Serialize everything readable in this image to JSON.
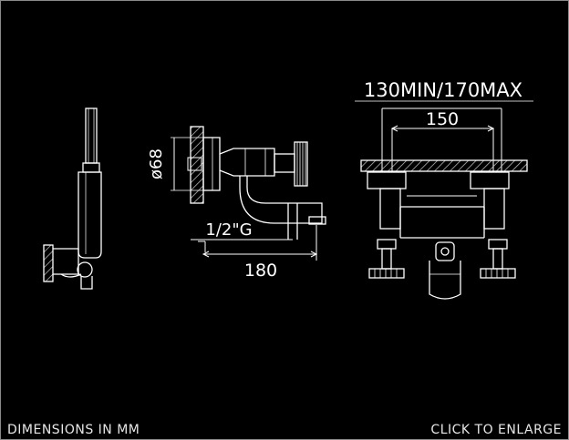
{
  "labels": {
    "overall_width": "130MIN/170MAX",
    "centers": "150",
    "diameter": "ø68",
    "thread": "1/2\"G",
    "projection": "180"
  },
  "footer": {
    "caption": "DIMENSIONS IN MM",
    "enlarge": "CLICK TO ENLARGE"
  },
  "colors": {
    "background": "#000000",
    "line": "#ffffff",
    "hatch": "#d0d0d0",
    "frame": "#8a8a8a"
  }
}
